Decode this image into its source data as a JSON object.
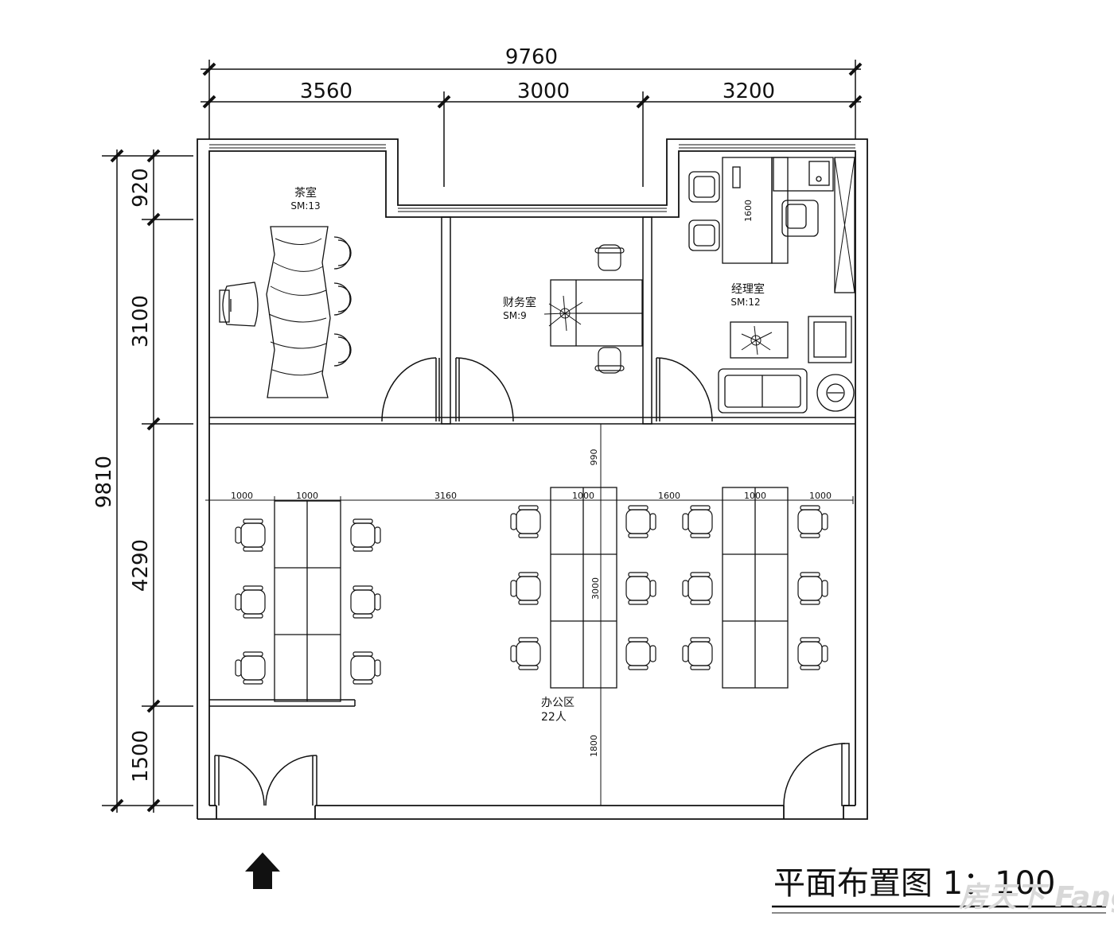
{
  "dimensions": {
    "top_total": "9760",
    "top_segments": [
      "3560",
      "3000",
      "3200"
    ],
    "left_total": "9810",
    "left_segments": [
      "920",
      "3100",
      "4290",
      "1500"
    ],
    "office_row": [
      "1000",
      "1000",
      "3160",
      "1000",
      "1600",
      "1000",
      "1000"
    ],
    "aisle_top": "990",
    "desk_length": "3000",
    "aisle_bottom": "1800",
    "manager_desk": "1600"
  },
  "rooms": {
    "tea": {
      "name": "茶室",
      "area": "SM:13"
    },
    "finance": {
      "name": "财务室",
      "area": "SM:9"
    },
    "manager": {
      "name": "经理室",
      "area": "SM:12"
    },
    "office": {
      "name": "办公区",
      "capacity": "22人"
    }
  },
  "title": "平面布置图 1：100",
  "watermark": "房天下 Fang.com",
  "icons": [
    "north-arrow-icon",
    "chair-icon",
    "plant-icon",
    "armchair-icon",
    "sofa-icon",
    "door-swing-icon"
  ]
}
